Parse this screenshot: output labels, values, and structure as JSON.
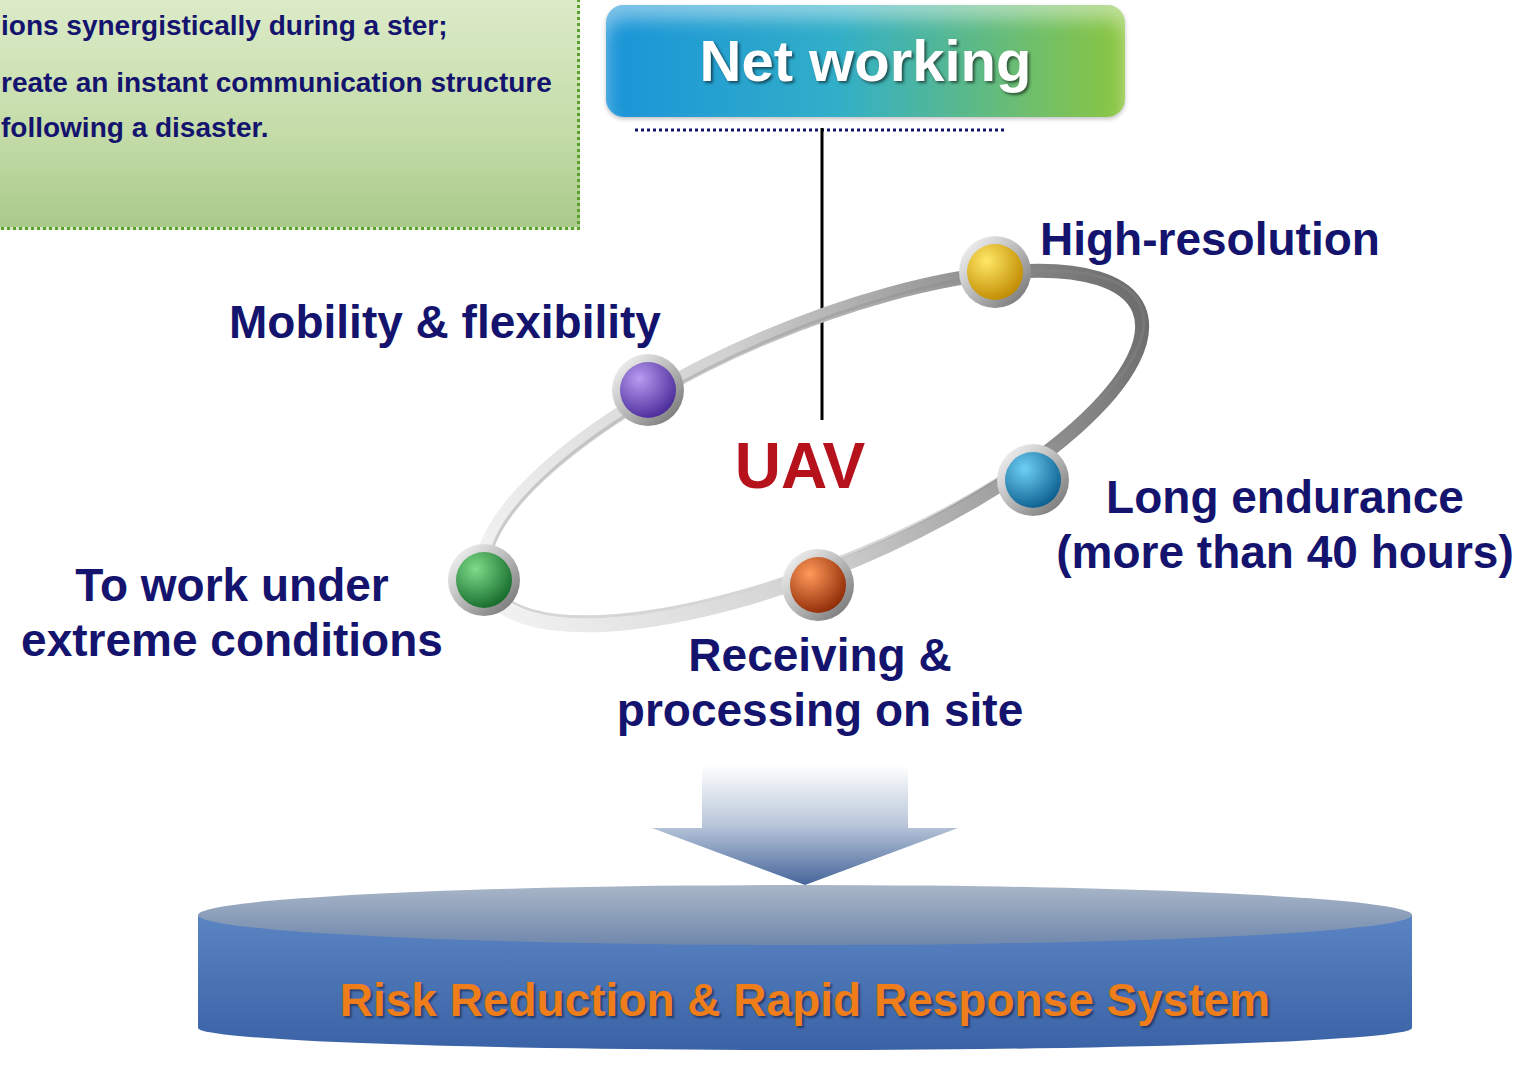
{
  "diagram": {
    "nodes": [
      {
        "text": [
          "ions synergistically during a ster;",
          "reate an instant communication structure following a disaster."
        ]
      },
      {
        "text": [
          "Net working"
        ]
      },
      {
        "text": [
          "Risk Reduction & Rapid Response System"
        ]
      }
    ],
    "labels": [
      "High-resolution",
      "Mobility & flexibility",
      "UAV",
      "Long endurance (more than 40 hours)",
      "To work under extreme conditions",
      "Receiving & processing on site"
    ]
  }
}
